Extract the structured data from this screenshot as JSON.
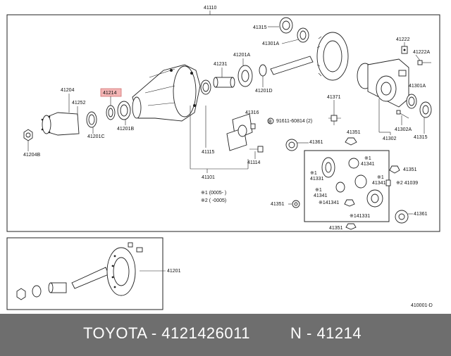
{
  "diagram": {
    "assembly_label": "41110",
    "highlight_color": "#f4b6b6",
    "labels": {
      "p41315a": "41315",
      "p41301a_a": "41301A",
      "p41222": "41222",
      "p41222a": "41222A",
      "p41201a": "41201A",
      "p41231": "41231",
      "p41204": "41204",
      "p41214": "41214",
      "p41252": "41252",
      "p41201d": "41201D",
      "p41301a_b": "41301A",
      "p41371": "41371",
      "p41316": "41316",
      "p91611": "91611-60814 (2)",
      "p41302a": "41302A",
      "p41201c": "41201C",
      "p41201b": "41201B",
      "p41351a": "41351",
      "p41204b": "41204B",
      "p41361a": "41361",
      "p41302": "41302",
      "p41315b": "41315",
      "p41115": "41115",
      "p41114": "41114",
      "p41341a": "※1\n41341",
      "p41351b": "41351",
      "p41331a": "※1\n41331",
      "p41341b": "※1\n41341",
      "p41039": "※2 41039",
      "p41101": "41101",
      "p41331b": "※1\n41341",
      "p41341c": "※141341",
      "p41351c": "41351",
      "p41331c": "※141331",
      "p41361b": "41361",
      "p41351d": "41351",
      "p41201": "41201",
      "code": "410001-D"
    },
    "legend": [
      "※1 (0005-       )",
      "※2 (       -0005)"
    ],
    "bolt_marker": "B"
  },
  "footer": {
    "left": "TOYOTA - 4121426011",
    "right": "N - 41214"
  }
}
